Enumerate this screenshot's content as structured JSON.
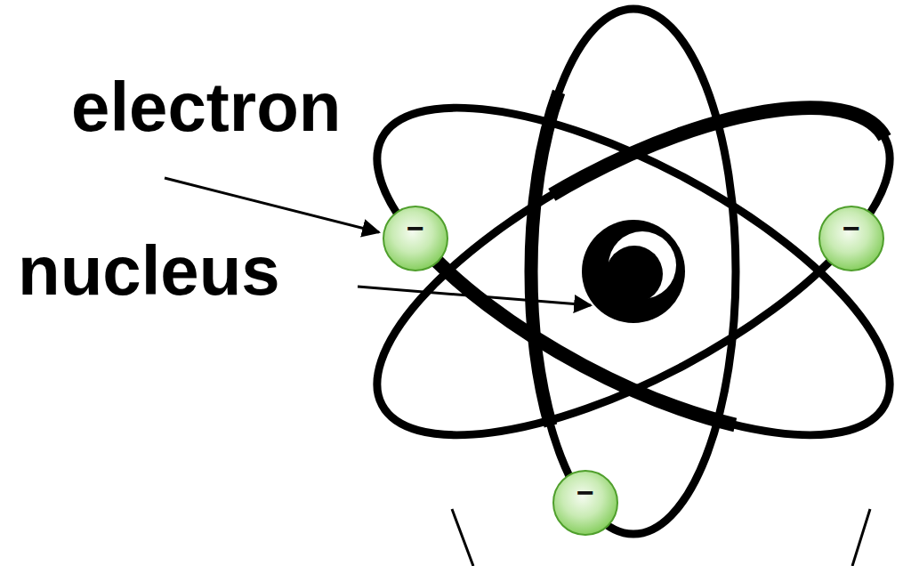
{
  "diagram": {
    "nodes": [
      {
        "text": [
          "−"
        ]
      },
      {
        "text": [
          "−"
        ]
      },
      {
        "text": [
          "−"
        ]
      }
    ],
    "labels": [
      "electron",
      "nucleus"
    ]
  }
}
